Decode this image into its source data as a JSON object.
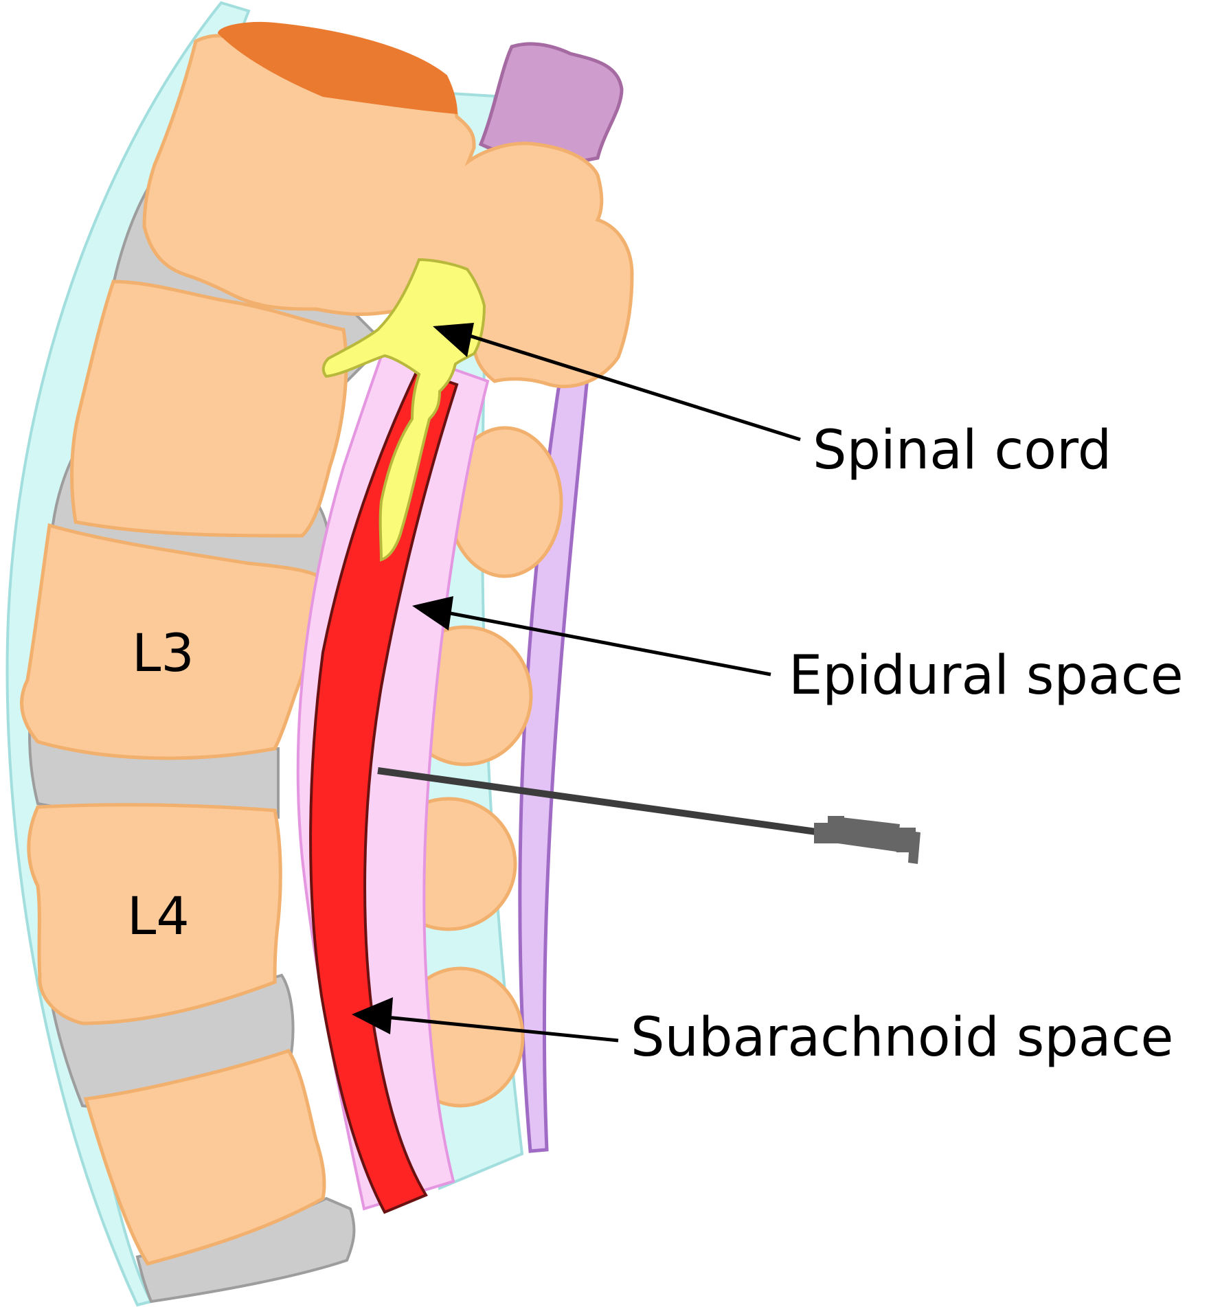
{
  "labels": {
    "spinal_cord": "Spinal cord",
    "epidural_space": "Epidural space",
    "subarachnoid_space": "Subarachnoid space",
    "vertebra_l3": "L3",
    "vertebra_l4": "L4"
  },
  "colors": {
    "bone": "#fcca98",
    "bone_outline": "#f2b06e",
    "disc": "#cccccc",
    "disc_outline": "#9d9d9d",
    "ligament": "#d3f7f5",
    "ligament_outline": "#a2dede",
    "epidural": "#f9d2f6",
    "epidural_outline": "#e596e1",
    "csf_subarachnoid": "#ff2424",
    "csf_outline": "#6a1111",
    "nerve": "#fbfb7a",
    "nerve_outline": "#b8b83c",
    "skin": "#e3c2f6",
    "skin_outline": "#a06bc4",
    "muscle": "#cf9dcd",
    "muscle_outline": "#a66aa3",
    "cartilage": "#ea7a2f",
    "needle": "#3c3c3c",
    "syringe": "#666666"
  }
}
